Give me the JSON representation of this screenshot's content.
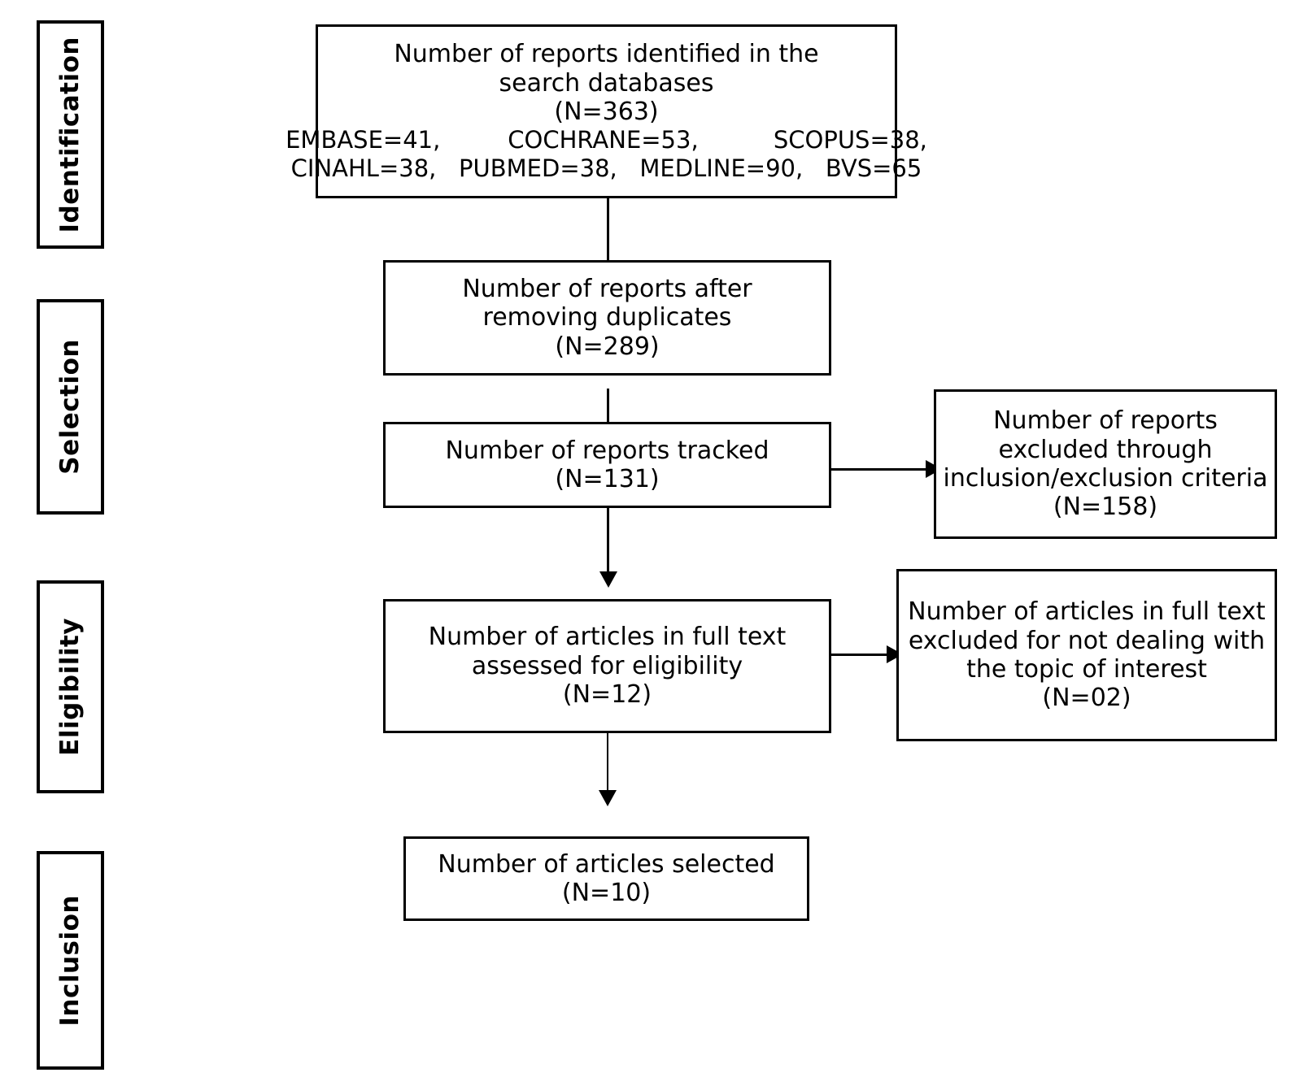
{
  "diagram": {
    "type": "prisma-flow-diagram",
    "phases": [
      {
        "id": "identification",
        "label": "Identification"
      },
      {
        "id": "selection",
        "label": "Selection"
      },
      {
        "id": "eligibility",
        "label": "Eligibility"
      },
      {
        "id": "inclusion",
        "label": "Inclusion"
      }
    ],
    "boxes": {
      "identified": {
        "line1": "Number of reports identified in the",
        "line2": "search databases",
        "line3": "(N=363)",
        "db_row1": "EMBASE=41,         COCHRANE=53,          SCOPUS=38,",
        "db_row2": "CINAHL=38,   PUBMED=38,   MEDLINE=90,   BVS=65",
        "count": "363",
        "databases": [
          {
            "name": "EMBASE",
            "count": "41"
          },
          {
            "name": "COCHRANE",
            "count": "53"
          },
          {
            "name": "SCOPUS",
            "count": "38"
          },
          {
            "name": "CINAHL",
            "count": "38"
          },
          {
            "name": "PUBMED",
            "count": "38"
          },
          {
            "name": "MEDLINE",
            "count": "90"
          },
          {
            "name": "BVS",
            "count": "65"
          }
        ]
      },
      "deduplicated": {
        "line1": "Number of reports after",
        "line2": "removing duplicates",
        "line3": "(N=289)",
        "count": "289"
      },
      "tracked": {
        "line1": "Number of reports tracked",
        "line2": "(N=131)",
        "count": "131"
      },
      "excluded_criteria": {
        "line1": "Number of reports",
        "line2": "excluded through",
        "line3": "inclusion/exclusion criteria",
        "line4": "(N=158)",
        "count": "158"
      },
      "fulltext_assessed": {
        "line1": "Number of articles in full text",
        "line2": "assessed for eligibility",
        "line3": "(N=12)",
        "count": "12"
      },
      "excluded_topic": {
        "line1": "Number of articles in full text",
        "line2": "excluded for not dealing with",
        "line3": "the topic of interest",
        "line4": "(N=02)",
        "count": "02"
      },
      "selected": {
        "line1": "Number of articles selected",
        "line2": "(N=10)",
        "count": "10"
      }
    },
    "colors": {
      "stroke": "#000000",
      "fill": "#ffffff",
      "text": "#000000"
    }
  }
}
